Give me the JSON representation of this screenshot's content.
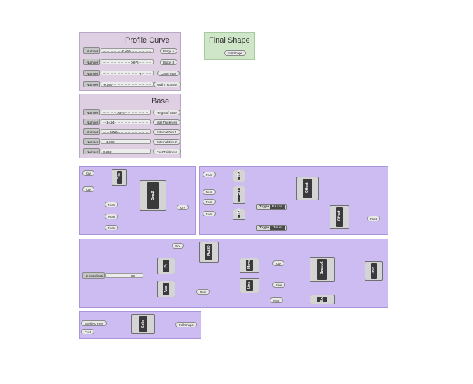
{
  "profile_curve": {
    "title": "Profile Curve",
    "sliders": [
      {
        "tag": "Number",
        "value": "0.450",
        "output": "Bulge A"
      },
      {
        "tag": "Number",
        "value": "0.675",
        "output": "Bulge B"
      },
      {
        "tag": "Number",
        "value": "2",
        "output": "Curve Type"
      },
      {
        "tag": "Number",
        "value": "0.250",
        "output": "Wall Thickness"
      }
    ]
  },
  "final_shape": {
    "title": "Final Shape",
    "output": "Full Shape"
  },
  "base": {
    "title": "Base",
    "sliders": [
      {
        "tag": "Number",
        "value": "0.375",
        "output": "Height of Base"
      },
      {
        "tag": "Number",
        "value": "1.424",
        "output": "Wall Thickness"
      },
      {
        "tag": "Number",
        "value": "3.000",
        "output": "External Dim 1"
      },
      {
        "tag": "Number",
        "value": "1.000",
        "output": "External Dim 2"
      },
      {
        "tag": "Number",
        "value": "0.250",
        "output": "Foot Thickness"
      }
    ]
  },
  "group1": {
    "inputs": [
      "Crv",
      "Crv",
      "Num",
      "Num",
      "Num"
    ],
    "flip_label": "Flip",
    "sweep_label": "Swp2",
    "output": "Crv"
  },
  "group2": {
    "inputs": [
      "Num",
      "Num",
      "Num",
      "Num"
    ],
    "comps": [
      "Mov",
      "Crv",
      "Mov",
      "Offset",
      "Offset"
    ],
    "toggles": [
      {
        "label": "Toggle",
        "value": "False"
      },
      {
        "label": "Toggle",
        "value": "True"
      }
    ],
    "output": "Foot"
  },
  "group3": {
    "z_label": "Z coordinate",
    "z_value": "50",
    "crv": "Crv",
    "num": "Num",
    "num2": "Num",
    "crv_out": "Crv",
    "line_out": "Line",
    "comps": [
      "Pt",
      "Vec",
      "Rot3D",
      "Move",
      "Line",
      "Sweep2",
      "Ex",
      "Join"
    ]
  },
  "group4": {
    "inputs": [
      "Shell No Feet",
      "Feet"
    ],
    "comp": "Solid",
    "output": "Full Shape"
  },
  "colors": {
    "pink": "#dfcfe3",
    "green": "#cfe6c8",
    "purple": "#cdbcf2",
    "wire": "#3a3a3a"
  }
}
